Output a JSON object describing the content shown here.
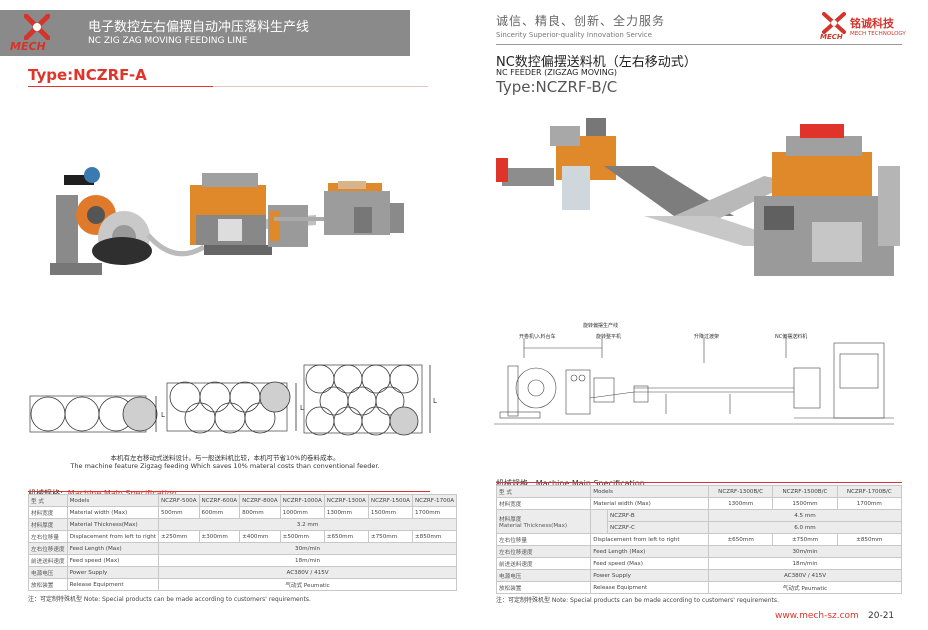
{
  "left": {
    "header_cn": "电子数控左右偏摆自动冲压落料生产线",
    "header_en": "NC ZIG ZAG MOVING FEEDING LINE",
    "logo_text": "MECH",
    "type_label": "Type:NCZRF-A",
    "diagram_labels": [
      "L",
      "L",
      "L"
    ],
    "caption_cn": "本机有左右移动式送料设计。与一般送料机比较，本机可节省10%的卷料成本。",
    "caption_en": "The machine feature Zigzag feeding Which saves 10% materal costs than conventional feeder.",
    "spec_title_cn": "机械规格:",
    "spec_title_en": "Machine Main Specification",
    "table": {
      "header": {
        "cn": "型 式",
        "en": "Models",
        "values": [
          "NCZRF-500A",
          "NCZRF-600A",
          "NCZRF-800A",
          "NCZRF-1000A",
          "NCZRF-1300A",
          "NCZRF-1500A",
          "NCZRF-1700A"
        ]
      },
      "rows": [
        {
          "cn": "材料宽度",
          "en": "Material width  (Max)",
          "values": [
            "500mm",
            "600mm",
            "800mm",
            "1000mm",
            "1300mm",
            "1500mm",
            "1700mm"
          ]
        },
        {
          "cn": "材料厚度",
          "en": "Material Thickness(Max)",
          "span": "3.2 mm"
        },
        {
          "cn": "左右位移量",
          "en": "Displacement from left to right",
          "values": [
            "±250mm",
            "±300mm",
            "±400mm",
            "±500mm",
            "±650mm",
            "±750mm",
            "±850mm"
          ]
        },
        {
          "cn": "左右位移速度",
          "en": "Feed Length  (Max)",
          "span": "30m/min"
        },
        {
          "cn": "前进送料速度",
          "en": "Feed speed  (Max)",
          "span": "18m/min"
        },
        {
          "cn": "电源电压",
          "en": "Power Supply",
          "span": "AC380V / 415V"
        },
        {
          "cn": "放松装置",
          "en": "Release Equipment",
          "span": "气动式    Peumatic"
        }
      ]
    },
    "note": "注：可定制特殊机型  Note: Special products can be made according to customers' requirements."
  },
  "right": {
    "tag_cn": "诚信、精良、创新、全力服务",
    "tag_en": "Sincerity Superior-quality Innovation Service",
    "brand_cn": "铭诚科技",
    "brand_en": "MECH TECHNOLOGY",
    "title_cn": "NC数控偏摆送料机（左右移动式）",
    "title_en": "NC FEEDER (ZIGZAG  MOVING)",
    "type_label": "Type:NCZRF-B/C",
    "layout_labels": {
      "line": "旋转偏摆生产线",
      "uncoiler": "开卷机\\入料台车",
      "leveler": "旋转整平机",
      "bridge": "升降过渡架",
      "feeder": "NC偏摆送料机"
    },
    "spec_title_cn": "机械规格:",
    "spec_title_en": "Machine Main Specification",
    "table": {
      "header": {
        "cn": "型 式",
        "en": "Models",
        "values": [
          "NCZRF-1300B/C",
          "NCZRF-1500B/C",
          "NCZRF-1700B/C"
        ]
      },
      "width": {
        "cn": "材料宽度",
        "en": "Material width  (Max)",
        "values": [
          "1300mm",
          "1500mm",
          "1700mm"
        ]
      },
      "thickness": {
        "cn": "材料厚度",
        "en": "Material Thickness(Max)",
        "sub": [
          {
            "model": "NCZRF-B",
            "value": "4.5 mm"
          },
          {
            "model": "NCZRF-C",
            "value": "6.0 mm"
          }
        ]
      },
      "rows": [
        {
          "cn": "左右位移量",
          "en": "Displacement from left to right",
          "values": [
            "±650mm",
            "±750mm",
            "±850mm"
          ]
        },
        {
          "cn": "左右位移速度",
          "en": "Feed Length  (Max)",
          "span": "30m/min"
        },
        {
          "cn": "前进送料速度",
          "en": "Feed speed  (Max)",
          "span": "18m/min"
        },
        {
          "cn": "电源电压",
          "en": "Power Supply",
          "span": "AC380V / 415V"
        },
        {
          "cn": "放松装置",
          "en": "Release Equipment",
          "span": "气动式    Peumatic"
        }
      ]
    },
    "note": "注：可定制特殊机型  Note: Special products can be made according to customers' requirements.",
    "footer_url": "www.mech-sz.com",
    "footer_page": "20-21"
  },
  "colors": {
    "accent": "#e0342b",
    "header_gray": "#8a8a8a",
    "machine_orange": "#e0892a",
    "machine_gray": "#9a9a9a"
  }
}
